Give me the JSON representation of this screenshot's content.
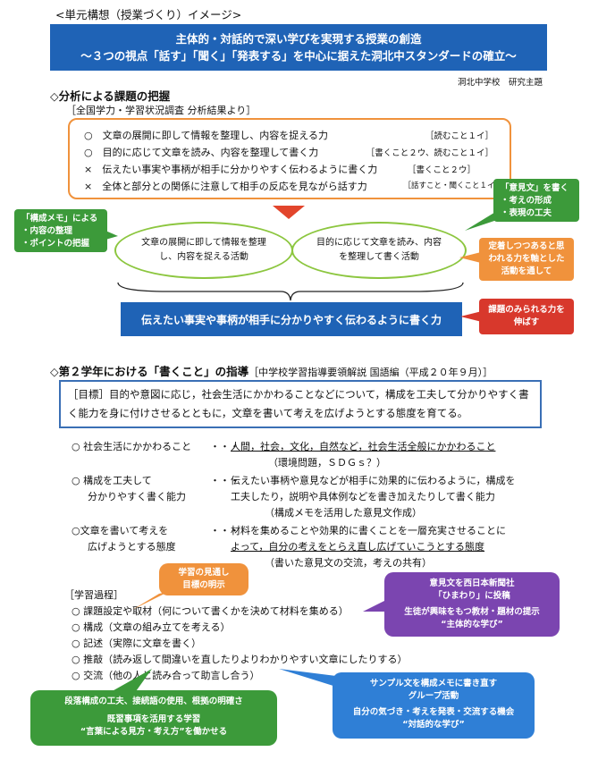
{
  "header_label": "<単元構想（授業づくり）イメージ>",
  "title": {
    "line1": "主体的・対話的で深い学びを実現する授業の創造",
    "line2": "～３つの視点「話す」「聞く」「発表する」を中心に据えた洞北中スタンダードの確立～"
  },
  "school_label": "洞北中学校　研究主題",
  "section1": {
    "heading": "◇分析による課題の把握",
    "survey_label": "［全国学力・学習状況調査 分析結果より］",
    "items": [
      {
        "mark": "○",
        "text": "文章の展開に即して情報を整理し、内容を捉える力",
        "tag": "［読むこと１イ］"
      },
      {
        "mark": "○",
        "text": "目的に応じて文章を読み、内容を整理して書く力",
        "tag": "［書くこと２ウ、読むこと１イ］"
      },
      {
        "mark": "×",
        "text": "伝えたい事実や事柄が相手に分かりやすく伝わるように書く力",
        "tag": "［書くこと２ウ］"
      },
      {
        "mark": "×",
        "text": "全体と部分との関係に注意して相手の反応を見ながら話す力",
        "tag": "［話すこと・聞くこと１イ］"
      }
    ],
    "oval_left": "文章の展開に即して情報を整理し、内容を捉える活動",
    "oval_right": "目的に応じて文章を読み、内容を整理して書く活動",
    "goal_bar": "伝えたい事実や事柄が相手に分かりやすく伝わるように書く力",
    "callout_memo": {
      "title": "「構成メモ」による",
      "items": [
        "・内容の整理",
        "・ポイントの把握"
      ]
    },
    "callout_opinion": {
      "title": "「意見文」を書く",
      "items": [
        "・考えの形成",
        "・表現の工夫"
      ]
    },
    "callout_orange": "定着しつつあると思われる力を軸とした活動を通して",
    "callout_red": "課題のみられる力を伸ばす"
  },
  "section2": {
    "heading": "◇第２学年における「書くこと」の指導",
    "heading_ref": "［中学校学習指導要領解説 国語編（平成２０年９月）］",
    "goal_label": "［目標］",
    "goal_text": "目的や意図に応じ，社会生活にかかわることなどについて，構成を工夫して分かりやすく書く能力を身に付けさせるとともに，文章を書いて考えを広げようとする態度を育てる。",
    "points": [
      {
        "label1": "○ 社会生活にかかわること",
        "label2": "",
        "dots": "・・・",
        "desc1": "人間，社会，文化，自然など，社会生活全般にかかわること",
        "desc2": "（環境問題，ＳＤＧｓ？）"
      },
      {
        "label1": "○ 構成を工夫して",
        "label2": "分かりやすく書く能力",
        "dots": "・・・",
        "desc1": "伝えたい事柄や意見などが相手に効果的に伝わるように，構成を",
        "desc1b": "工夫したり，説明や具体例などを書き加えたりして書く能力",
        "desc2": "（構成メモを活用した意見文作成）"
      },
      {
        "label1": "○文章を書いて考えを",
        "label2": "広げようとする態度",
        "dots": "・・・",
        "desc1": "材料を集めることや効果的に書くことを一層充実させることに",
        "desc1b": "よって，自分の考えをとらえ直し広げていこうとする態度",
        "desc2": "（書いた意見文の交流，考えの共有）"
      }
    ],
    "process_label": "［学習過程］",
    "process": [
      "○ 課題設定や取材（何について書くかを決めて材料を集める）",
      "○ 構成（文章の組み立てを考える）",
      "○ 記述（実際に文章を書く）",
      "○ 推敲（読み返して間違いを直したりよりわかりやすい文章にしたりする）",
      "○ 交流（他の人と読み合って助言し合う）"
    ],
    "bubble_orange": [
      "学習の見通し",
      "目標の明示"
    ],
    "bubble_purple": [
      "意見文を西日本新聞社",
      "「ひまわり」に投稿",
      "生徒が興味をもつ教材・題材の提示",
      "“主体的な学び”"
    ],
    "bubble_blue": [
      "サンプル文を構成メモに書き直す",
      "グループ活動",
      "自分の気づき・考えを発表・交流する機会",
      "“対話的な学び”"
    ],
    "bubble_green": [
      "段落構成の工夫、接続語の使用、根拠の明確さ",
      "既習事項を活用する学習",
      "“言葉による見方・考え方”を働かせる"
    ]
  },
  "colors": {
    "blue": "#1f63b6",
    "orange": "#f0923c",
    "green": "#3c9a3a",
    "red": "#d8382c",
    "purple": "#7b45b0",
    "light_blue": "#2f7fd6",
    "oval_green": "#8cc63f"
  }
}
